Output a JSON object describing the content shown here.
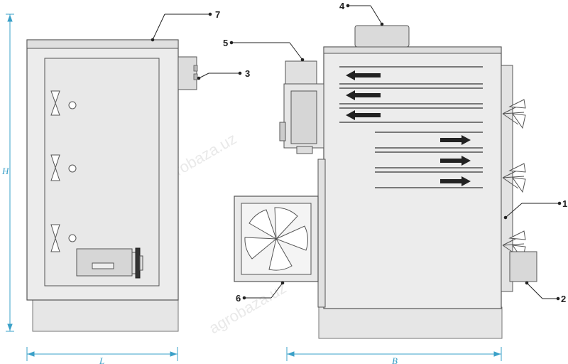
{
  "dimensions": {
    "height_label": "H",
    "length_label": "L",
    "width_label": "B"
  },
  "callouts": [
    {
      "id": "c1",
      "label": "1"
    },
    {
      "id": "c2",
      "label": "2"
    },
    {
      "id": "c3",
      "label": "3"
    },
    {
      "id": "c4",
      "label": "4"
    },
    {
      "id": "c5",
      "label": "5"
    },
    {
      "id": "c6",
      "label": "6"
    },
    {
      "id": "c7",
      "label": "7"
    }
  ],
  "watermark": "agrobaza.uz",
  "colors": {
    "outline": "#555555",
    "fill_body": "#ececec",
    "fill_panel": "#e2e2e2",
    "fill_dark": "#c9c9c9",
    "dimension": "#3aa0c8",
    "arrow": "#222222"
  }
}
